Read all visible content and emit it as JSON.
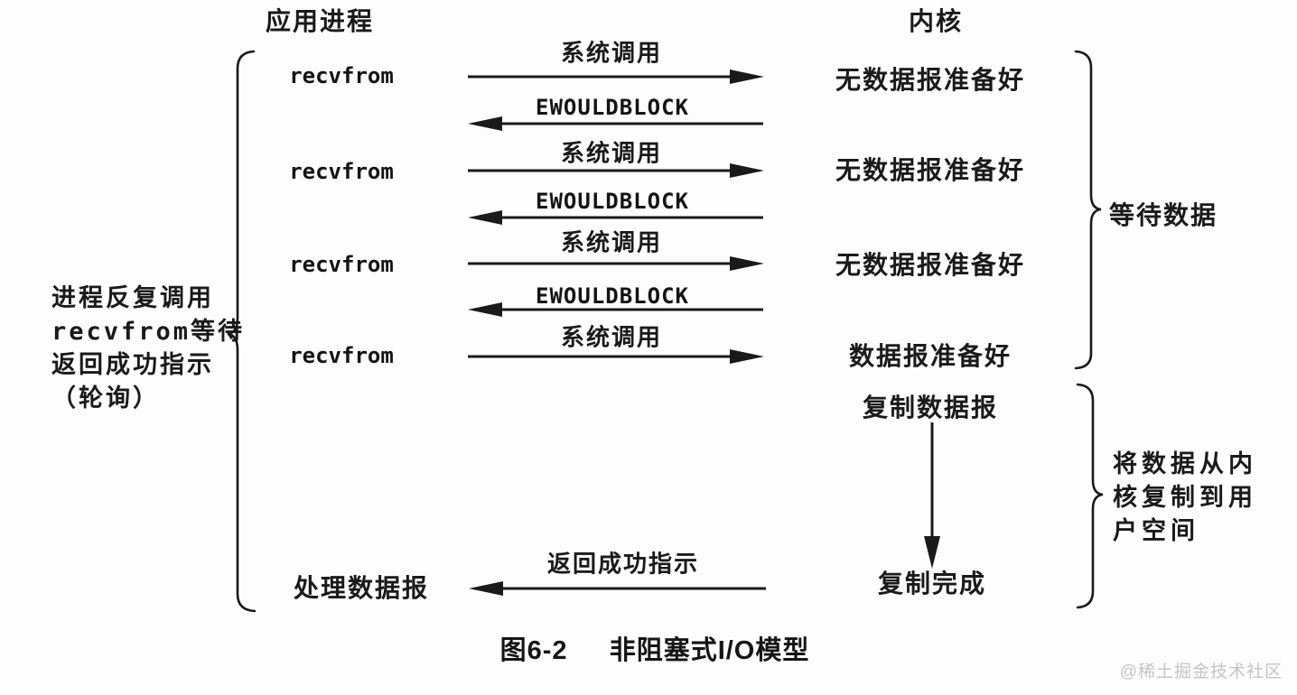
{
  "columns": {
    "left_header": "应用进程",
    "right_header": "内核"
  },
  "polling_rows": [
    {
      "call": "recvfrom",
      "request_label": "系统调用",
      "kernel_state": "无数据报准备好",
      "response_label": "EWOULDBLOCK"
    },
    {
      "call": "recvfrom",
      "request_label": "系统调用",
      "kernel_state": "无数据报准备好",
      "response_label": "EWOULDBLOCK"
    },
    {
      "call": "recvfrom",
      "request_label": "系统调用",
      "kernel_state": "无数据报准备好",
      "response_label": "EWOULDBLOCK"
    },
    {
      "call": "recvfrom",
      "request_label": "系统调用",
      "kernel_state": "数据报准备好"
    }
  ],
  "copy_phase": {
    "copy_start": "复制数据报",
    "copy_end": "复制完成",
    "return_label": "返回成功指示",
    "process_label": "处理数据报"
  },
  "annotations": {
    "left_note_lines": [
      "进程反复调用",
      "recvfrom等待",
      "返回成功指示",
      "（轮询）"
    ],
    "wait_data": "等待数据",
    "copy_note_lines": [
      "将数据从内",
      "核复制到用",
      "户空间"
    ]
  },
  "caption": {
    "figure_number": "图6-2",
    "figure_title": "非阻塞式I/O模型"
  },
  "watermark": "@稀土掘金技术社区",
  "colors": {
    "ink": "#1a1a1a",
    "watermark": "#c4c4c4",
    "background": "#fdfdfd"
  }
}
